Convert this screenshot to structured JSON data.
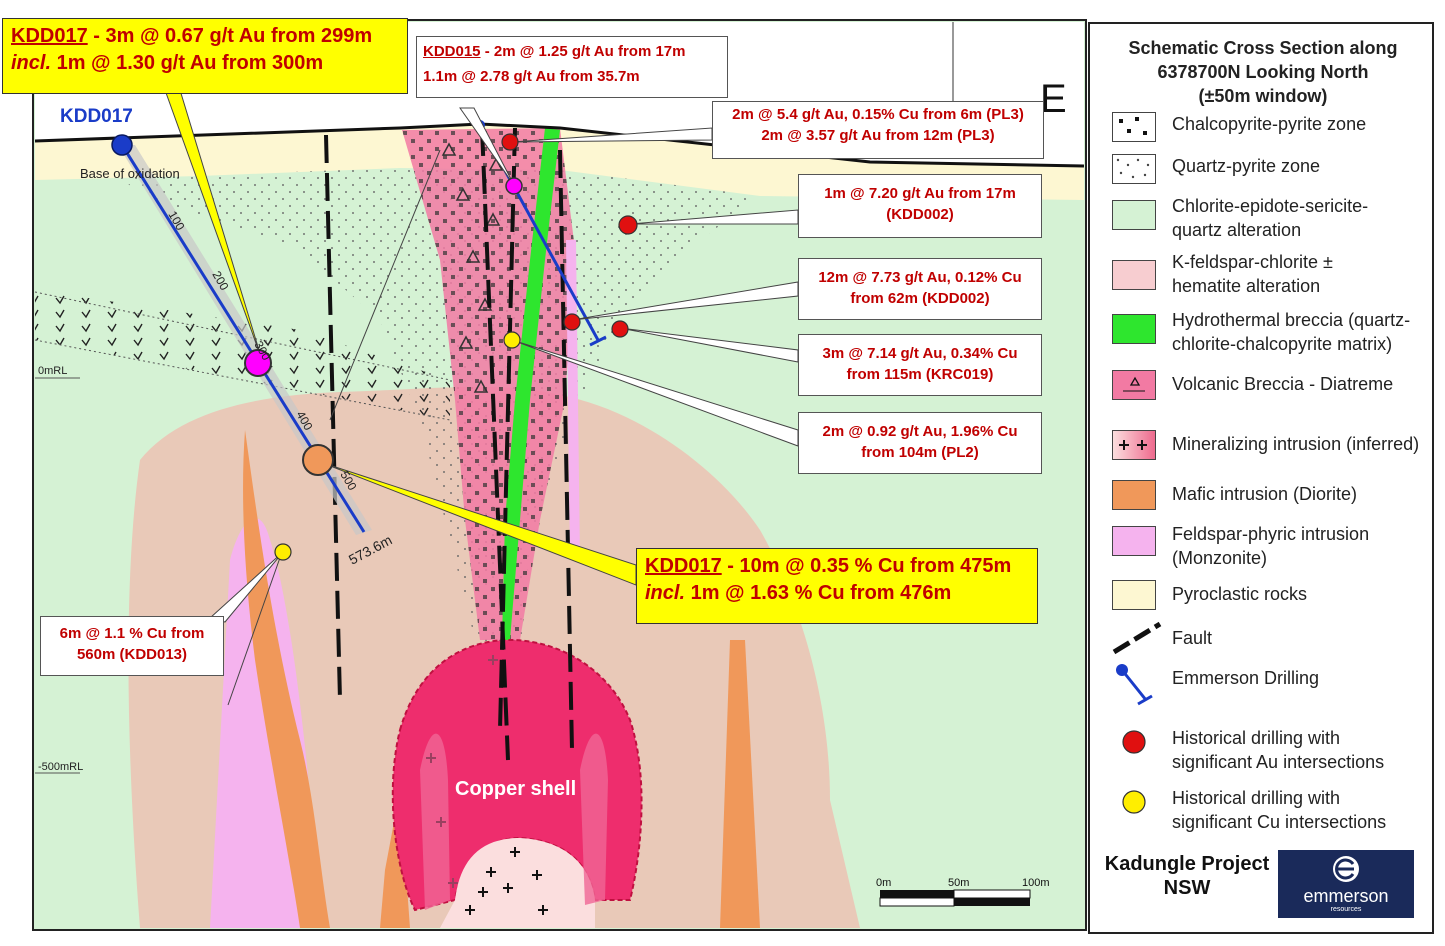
{
  "legend": {
    "title_line1": "Schematic Cross Section along",
    "title_line2": "6378700N Looking North",
    "title_line3": "(±50m window)",
    "items": [
      {
        "label": "Chalcopyrite-pyrite zone"
      },
      {
        "label": "Quartz-pyrite zone"
      },
      {
        "label": "Chlorite-epidote-sericite-",
        "label2": "quartz alteration"
      },
      {
        "label": "K-feldspar-chlorite ±",
        "label2": "hematite alteration"
      },
      {
        "label": "Hydrothermal breccia (quartz-",
        "label2": "chlorite-chalcopyrite matrix)"
      },
      {
        "label": "Volcanic Breccia - Diatreme"
      },
      {
        "label": "Mineralizing intrusion (inferred)"
      },
      {
        "label": "Mafic intrusion (Diorite)"
      },
      {
        "label": "Feldspar-phyric intrusion",
        "label2": "(Monzonite)"
      },
      {
        "label": "Pyroclastic rocks"
      },
      {
        "label": "Fault"
      },
      {
        "label": "Emmerson  Drilling"
      },
      {
        "label": "Historical drilling with",
        "label2": "significant Au intersections"
      },
      {
        "label": "Historical drilling with",
        "label2": "significant Cu intersections"
      }
    ],
    "project_line1": "Kadungle Project",
    "project_line2": "NSW",
    "logo_name": "emmerson",
    "logo_sub": "resources"
  },
  "section": {
    "east_label": "E",
    "hole_label": "KDD017",
    "base_oxidation": "Base of oxidation",
    "depth_100": "100",
    "depth_200": "200",
    "depth_300": "300",
    "depth_400": "400",
    "depth_500": "500",
    "eoh": "573.6m",
    "rl_0": "0mRL",
    "rl_minus500": "-500mRL",
    "copper_shell": "Copper shell",
    "scale_0": "0m",
    "scale_50": "50m",
    "scale_100": "100m"
  },
  "callouts": {
    "kdd017_top_hid": "KDD017",
    "kdd017_top_line1": " - 3m @ 0.67 g/t Au from 299m",
    "kdd017_top_incl": "incl.",
    "kdd017_top_line2": " 1m @ 1.30 g/t Au from 300m",
    "kdd015_hid": "KDD015",
    "kdd015_line1": " - 2m @ 1.25 g/t Au from 17m",
    "kdd015_line2": "1.1m @ 2.78 g/t Au from 35.7m",
    "pl3_line1": "2m @ 5.4 g/t Au, 0.15% Cu from 6m (PL3)",
    "pl3_line2": "2m @ 3.57 g/t Au  from 12m (PL3)",
    "kdd002a_line1": "1m @ 7.20 g/t Au from 17m",
    "kdd002a_line2": "(KDD002)",
    "kdd002b_line1": "12m @ 7.73 g/t Au, 0.12% Cu",
    "kdd002b_line2": "from 62m (KDD002)",
    "krc019_line1": "3m @ 7.14 g/t Au, 0.34% Cu",
    "krc019_line2": "from 115m (KRC019)",
    "pl2_line1": "2m @ 0.92 g/t Au, 1.96% Cu",
    "pl2_line2": "from 104m  (PL2)",
    "kdd013_line1": "6m @ 1.1 % Cu from",
    "kdd013_line2": "560m  (KDD013)",
    "kdd017_bot_hid": "KDD017",
    "kdd017_bot_line1": " - 10m @ 0.35 % Cu from 475m",
    "kdd017_bot_incl": "incl.",
    "kdd017_bot_line2": " 1m @ 1.63 % Cu from 476m"
  },
  "colors": {
    "pyroclastic": "#fdf7d2",
    "chlorite": "#d5f2d4",
    "kfeldspar": "#e9c9b8",
    "diatreme": "#f27aa3",
    "hydro_breccia": "#2ee62e",
    "mafic": "#f0985a",
    "monzonite": "#f5b3ee",
    "copper_shell": "#ee2d6d",
    "au_hole": "#e01010",
    "cu_hole": "#ffee00",
    "emmerson": "#1a3cc8",
    "callout_yellow": "#ffff00",
    "callout_text": "#c00000"
  }
}
